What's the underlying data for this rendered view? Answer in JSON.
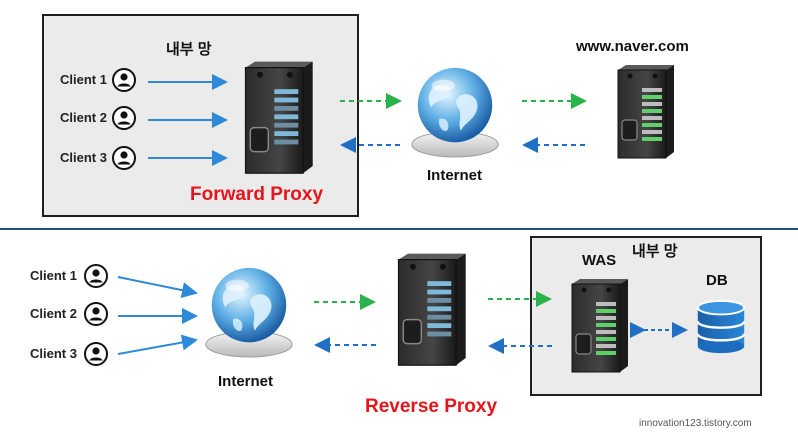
{
  "top": {
    "zone_label": "내부 망",
    "clients": [
      "Client 1",
      "Client 2",
      "Client 3"
    ],
    "proxy_label": "Forward Proxy",
    "internet_label": "Internet",
    "site_label": "www.naver.com"
  },
  "bottom": {
    "clients": [
      "Client 1",
      "Client 2",
      "Client 3"
    ],
    "internet_label": "Internet",
    "proxy_label": "Reverse Proxy",
    "zone_label": "내부 망",
    "was_label": "WAS",
    "db_label": "DB"
  },
  "watermark": "innovation123.tistory.com",
  "colors": {
    "request_arrow": "#2ab34a",
    "response_arrow": "#1f6fc2",
    "client_arrow": "#2e8ad8",
    "proxy_text": "#e8141b",
    "zone_fill": "#ebebeb"
  },
  "icons": [
    "user-icon",
    "server-icon",
    "globe-icon",
    "database-icon"
  ]
}
